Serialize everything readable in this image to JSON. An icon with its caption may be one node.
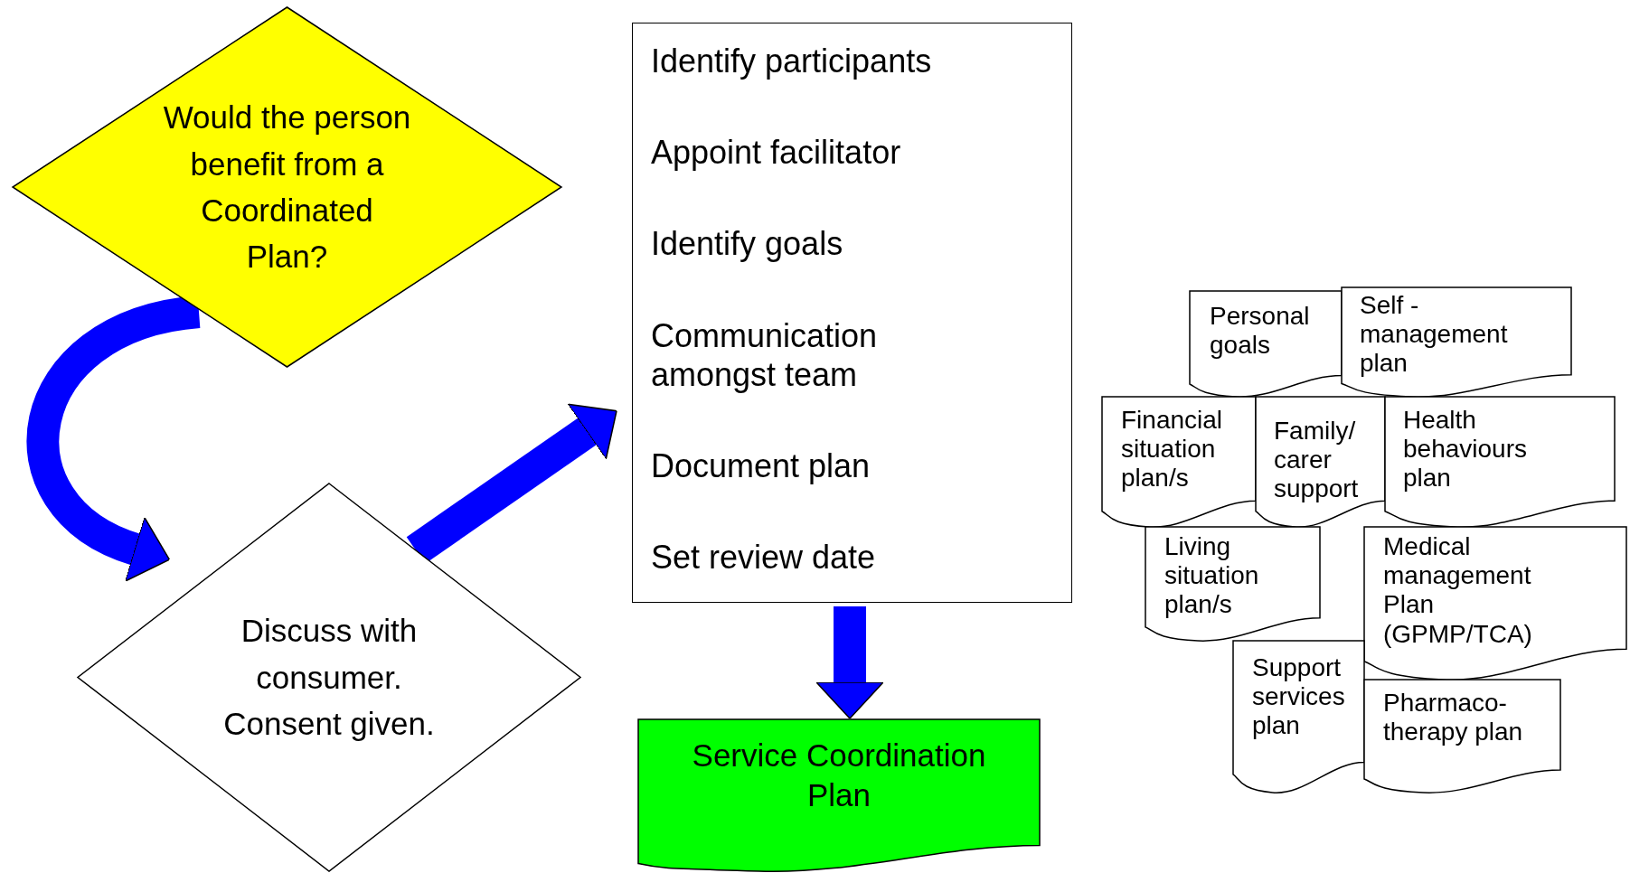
{
  "diagram": {
    "nodes": [
      {
        "text": [
          "Would the person benefit from a Coordinated Plan?"
        ]
      },
      {
        "text": [
          "Discuss with consumer. Consent given."
        ]
      },
      {
        "text": [
          "Identify participants",
          "Appoint facilitator",
          "Identify goals",
          "Communication amongst team",
          "Document plan",
          "Set review date"
        ]
      },
      {
        "text": [
          "Service Coordination Plan"
        ]
      },
      {
        "text": [
          "Personal goals"
        ]
      },
      {
        "text": [
          "Self - management plan"
        ]
      },
      {
        "text": [
          "Financial situation plan/s"
        ]
      },
      {
        "text": [
          "Family/ carer support"
        ]
      },
      {
        "text": [
          "Health behaviours plan"
        ]
      },
      {
        "text": [
          "Living situation plan/s"
        ]
      },
      {
        "text": [
          "Medical management Plan (GPMP/TCA)"
        ]
      },
      {
        "text": [
          "Support services plan"
        ]
      },
      {
        "text": [
          "Pharmaco- therapy plan"
        ]
      }
    ],
    "edges": [
      {
        "from": 0,
        "to": 1,
        "arrow": "to"
      },
      {
        "from": 1,
        "to": 2,
        "arrow": "to"
      },
      {
        "from": 2,
        "to": 3,
        "arrow": "to"
      }
    ]
  }
}
